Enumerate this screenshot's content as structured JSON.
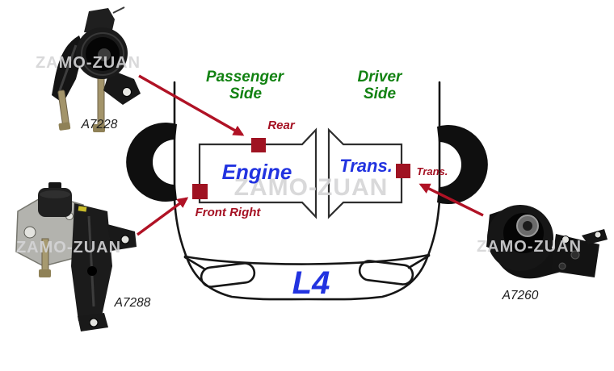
{
  "watermark": "ZAMO-ZUAN",
  "labels": {
    "passenger_l1": "Passenger",
    "passenger_l2": "Side",
    "driver_l1": "Driver",
    "driver_l2": "Side",
    "rear": "Rear",
    "front_right": "Front Right",
    "trans_marker": "Trans.",
    "engine": "Engine",
    "trans": "Trans.",
    "engine_code": "L4"
  },
  "parts": {
    "rear_mount": "A7228",
    "front_right_mount": "A7288",
    "trans_mount": "A7260"
  },
  "colors": {
    "marker_red": "#9f1322",
    "arrow_red": "#b01225",
    "label_red": "#a51123",
    "side_green": "#128212",
    "component_blue": "#2233e0",
    "outline_black": "#161616",
    "watermark_gray": "#d5d5d7"
  }
}
